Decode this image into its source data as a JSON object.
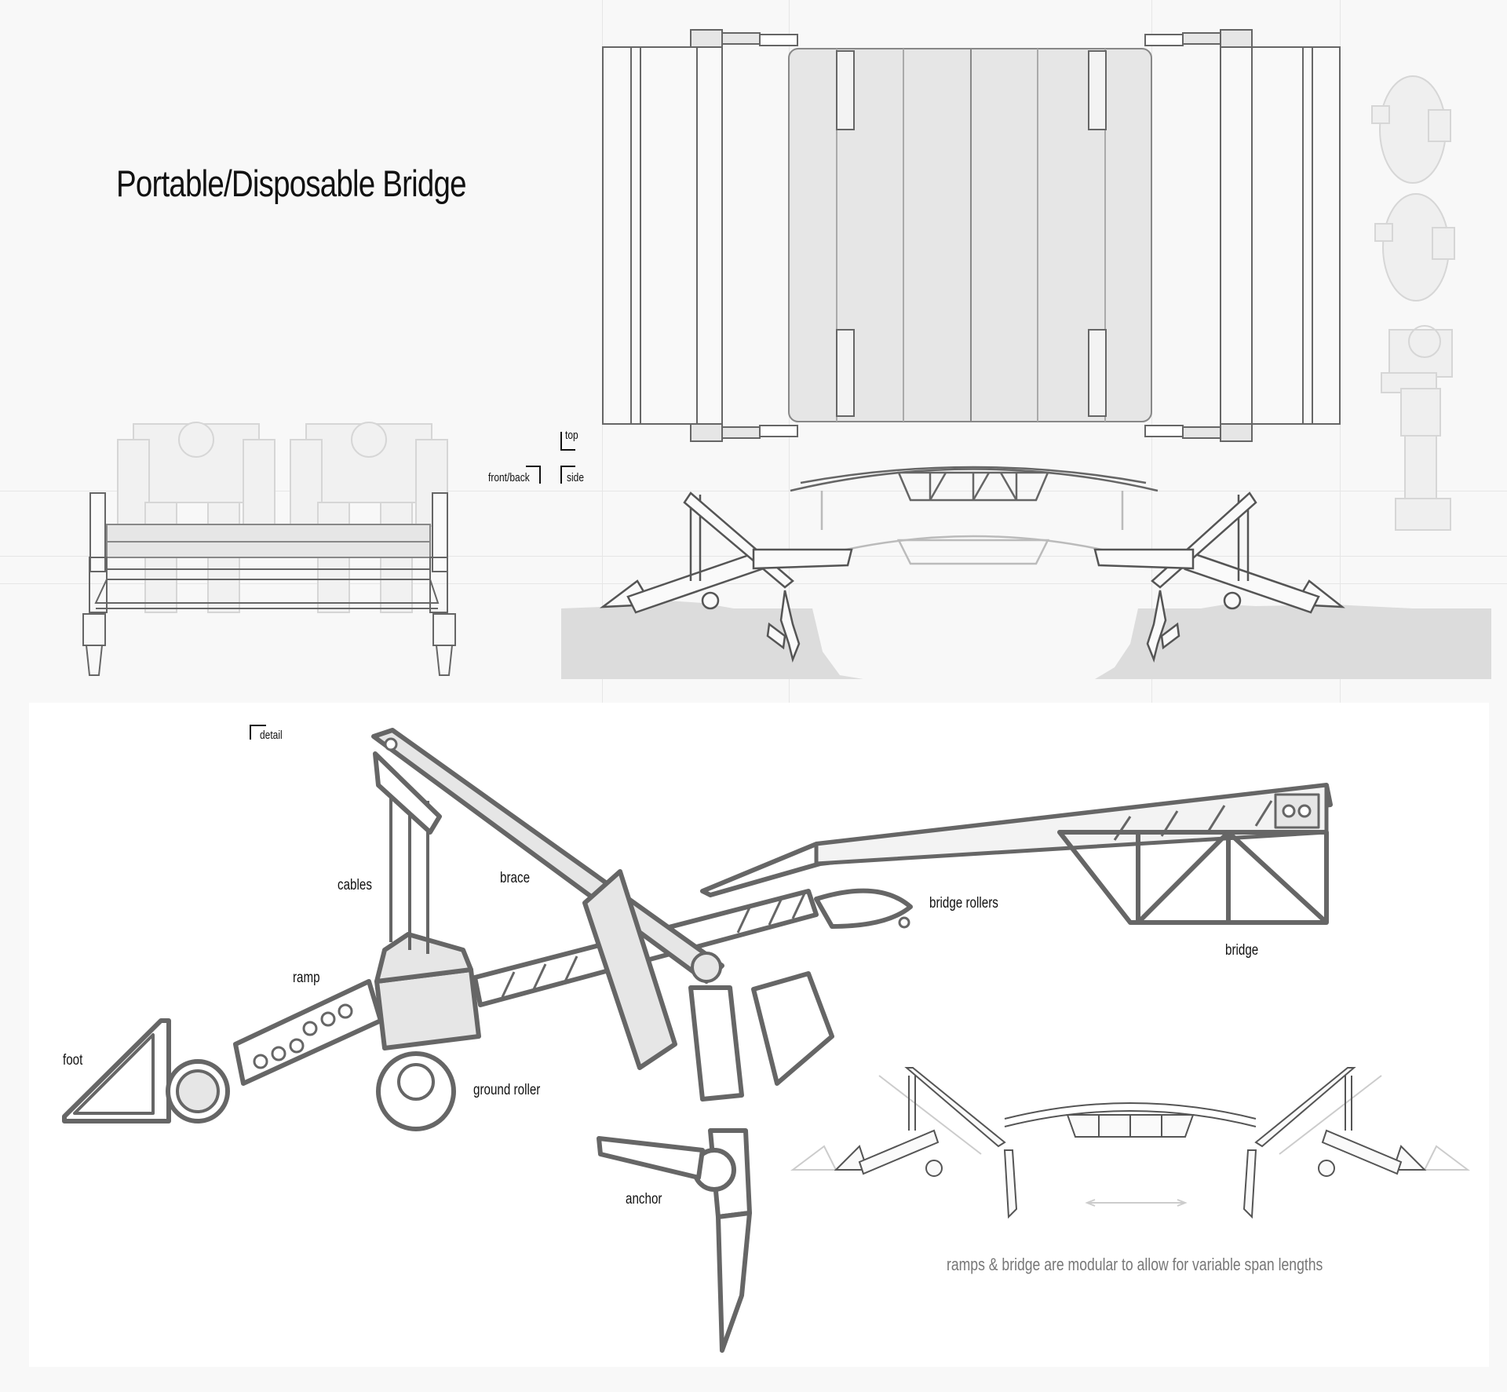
{
  "title": "Portable/Disposable Bridge",
  "view_markers": {
    "top": "top",
    "front_back": "front/back",
    "side": "side",
    "detail": "detail"
  },
  "part_labels": {
    "cables": "cables",
    "brace": "brace",
    "ramp": "ramp",
    "foot": "foot",
    "ground_roller": "ground roller",
    "anchor": "anchor",
    "bridge_rollers": "bridge rollers",
    "bridge": "bridge"
  },
  "caption": "ramps & bridge are modular to allow for variable span lengths",
  "colors": {
    "background": "#f8f8f8",
    "panel": "#ffffff",
    "line": "#666666",
    "fill_light": "#e6e6e6",
    "ground": "#dcdcdc",
    "ghost": "#d0d0d0",
    "text": "#111111",
    "caption_text": "#777777"
  }
}
